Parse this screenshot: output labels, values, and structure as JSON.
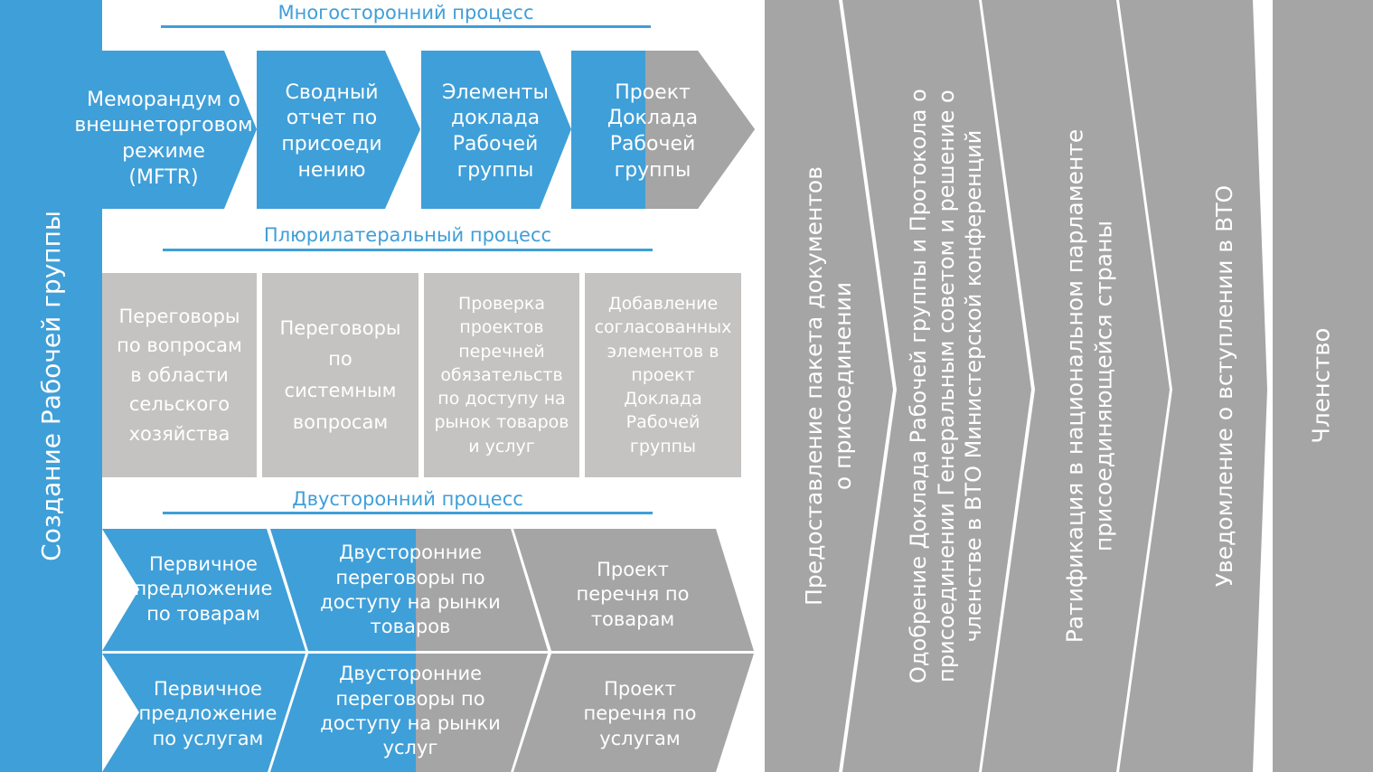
{
  "colors": {
    "blue": "#3f9fd8",
    "gray_dark": "#a5a5a5",
    "gray_light": "#c4c3c1",
    "text": "#ffffff"
  },
  "left_column": {
    "label": "Создание Рабочей группы"
  },
  "multilateral": {
    "header": "Многосторонний процесс",
    "steps": [
      "Меморандум о\nвнешнеторговом\nрежиме\n(MFTR)",
      "Сводный\nотчет по\nприсоеди\nнению",
      "Элементы\nдоклада\nРабочей\nгруппы",
      "Проект\nДоклада\nРабочей\nгруппы"
    ]
  },
  "plurilateral": {
    "header": "Плюрилатеральный процесс",
    "boxes": [
      "Переговоры\nпо вопросам\nв области\nсельского\nхозяйства",
      "Переговоры\nпо\nсистемным\nвопросам",
      "Проверка\nпроектов\nперечней\nобязательств\nпо доступу на\nрынок товаров\nи услуг",
      "Добавление\nсогласованных\nэлементов в\nпроект\nДоклада\nРабочей\nгруппы"
    ]
  },
  "bilateral": {
    "header": "Двусторонний процесс",
    "goods": [
      "Первичное\nпредложение\nпо товарам",
      "Двусторонние\nпереговоры по\nдоступу на рынки\nтоваров",
      "Проект\nперечня по\nтоварам"
    ],
    "services": [
      "Первичное\nпредложение\nпо услугам",
      "Двусторонние\nпереговоры по\nдоступу на рынки\nуслуг",
      "Проект\nперечня по\nуслугам"
    ]
  },
  "final_stages": [
    "Предоставление пакета документов\nо присоединении",
    "Одобрение Доклада Рабочей группы и Протокола о\nприсоединении  Генеральным советом и решение о\nчленстве в ВТО Министерской  конференций",
    "Ратификация в национальном парламенте\nприсоединяющейся страны",
    "Уведомление о вступлении в ВТО",
    "Членство"
  ]
}
